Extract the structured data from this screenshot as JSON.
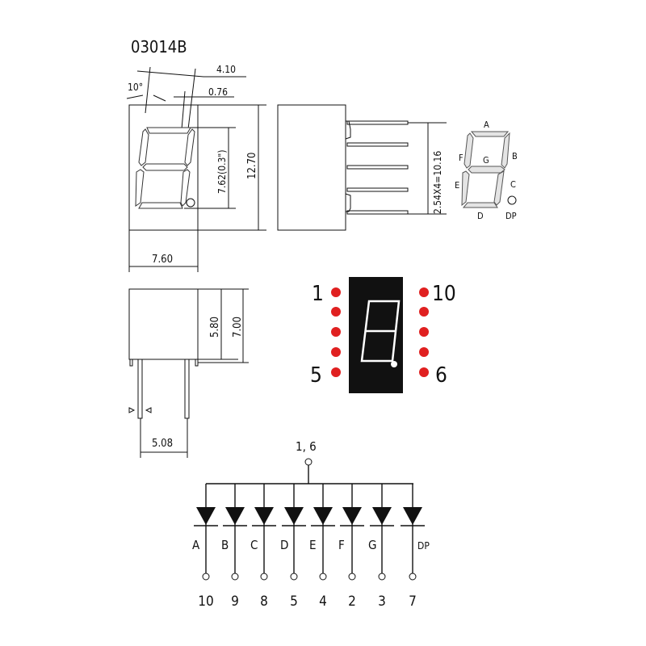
{
  "title": "03014B",
  "front_view": {
    "dim_width": "7.60",
    "dim_height": "12.70",
    "dim_digit": "7.62(0.3\")",
    "dim_slant_width": "4.10",
    "dim_segment": "0.76",
    "angle": "10°"
  },
  "side_view": {
    "dim_pitch": "2.54X4=10.16"
  },
  "segment_map": {
    "labels": [
      "A",
      "B",
      "C",
      "D",
      "E",
      "F",
      "G",
      "DP"
    ]
  },
  "bottom_view": {
    "dim_body": "5.80",
    "dim_total": "7.00",
    "dim_pin_spacing": "5.08"
  },
  "pinout": {
    "left_top": "1",
    "left_bottom": "5",
    "right_top": "10",
    "right_bottom": "6",
    "dot_color": "#e02020",
    "body_color": "#111111"
  },
  "schematic": {
    "common": "1, 6",
    "segments": [
      "A",
      "B",
      "C",
      "D",
      "E",
      "F",
      "G",
      "DP"
    ],
    "pins": [
      "10",
      "9",
      "8",
      "5",
      "4",
      "2",
      "3",
      "7"
    ]
  }
}
